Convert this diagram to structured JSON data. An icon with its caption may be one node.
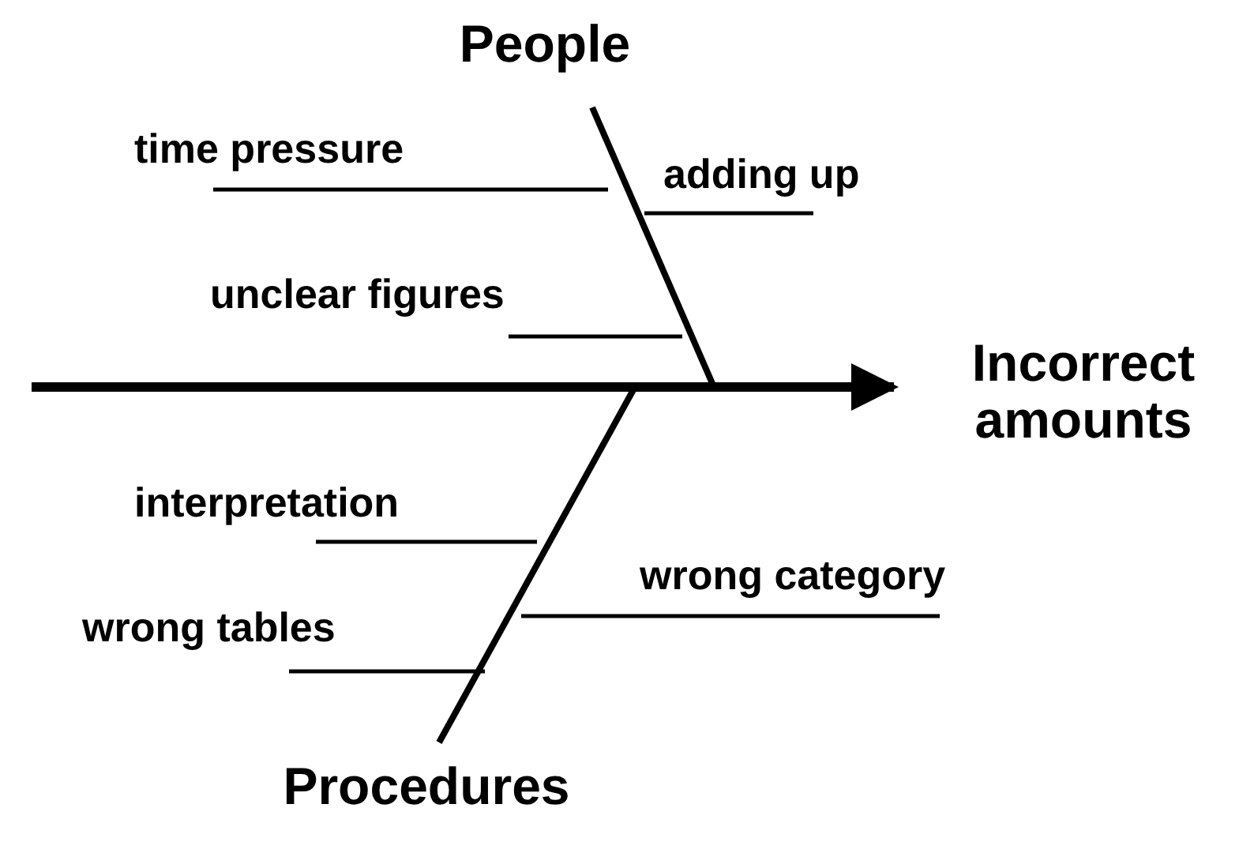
{
  "diagram": {
    "nodes": [
      {
        "text": [
          "People"
        ]
      },
      {
        "text": [
          "Procedures"
        ]
      },
      {
        "text": [
          "Incorrect amounts"
        ]
      }
    ],
    "edges": [
      {
        "from": null,
        "to": 2,
        "arrow": "to"
      },
      {
        "from": 0,
        "to": null,
        "arrow": "none"
      },
      {
        "from": 1,
        "to": null,
        "arrow": "none"
      }
    ],
    "labels": [
      "time pressure",
      "adding up",
      "unclear figures",
      "interpretation",
      "wrong category",
      "wrong tables"
    ]
  }
}
